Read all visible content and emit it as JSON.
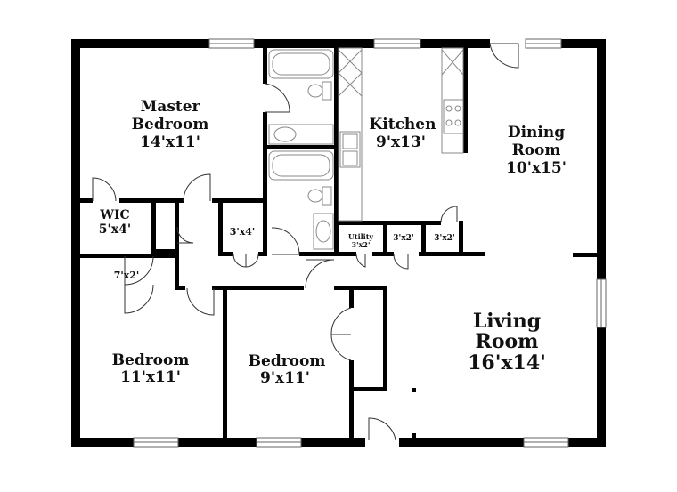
{
  "rooms": {
    "master": {
      "name_line1": "Master",
      "name_line2": "Bedroom",
      "size": "14'x11'"
    },
    "kitchen": {
      "name": "Kitchen",
      "size": "9'x13'"
    },
    "dining": {
      "name_line1": "Dining",
      "name_line2": "Room",
      "size": "10'x15'"
    },
    "wic": {
      "name": "WIC",
      "size": "5'x4'"
    },
    "closet_hall": {
      "size": "3'x4'"
    },
    "utility": {
      "name": "Utility",
      "size": "3'x2'"
    },
    "closet_a": {
      "size": "3'x2'"
    },
    "closet_b": {
      "size": "3'x2'"
    },
    "linen": {
      "size": "7'x2'"
    },
    "bedroom_left": {
      "name": "Bedroom",
      "size": "11'x11'"
    },
    "bedroom_mid": {
      "name": "Bedroom",
      "size": "9'x11'"
    },
    "living": {
      "name_line1": "Living",
      "name_line2": "Room",
      "size": "16'x14'"
    }
  }
}
